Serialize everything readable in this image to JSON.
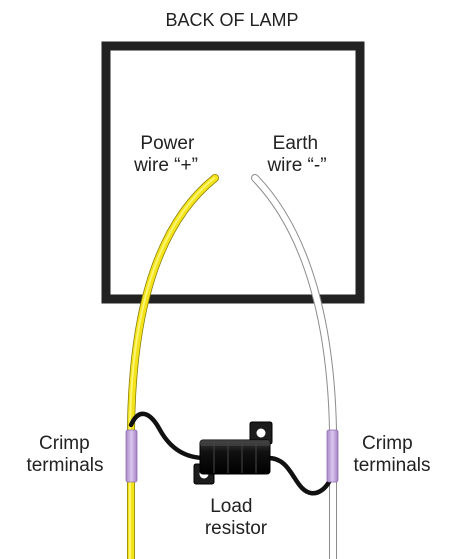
{
  "title": "BACK OF LAMP",
  "power_wire": {
    "line1": "Power",
    "line2": "wire “+”"
  },
  "earth_wire": {
    "line1": "Earth",
    "line2": "wire “-”"
  },
  "left_crimp": {
    "line1": "Crimp",
    "line2": "terminals"
  },
  "right_crimp": {
    "line1": "Crimp",
    "line2": "terminals"
  },
  "resistor": {
    "line1": "Load",
    "line2": "resistor"
  },
  "colors": {
    "lamp_border": "#222222",
    "power_wire": "#f2e31a",
    "earth_wire": "#ffffff",
    "crimp_terminal": "#c4a8dc",
    "resistor_lead": "#111111",
    "resistor_body": "#151515"
  }
}
